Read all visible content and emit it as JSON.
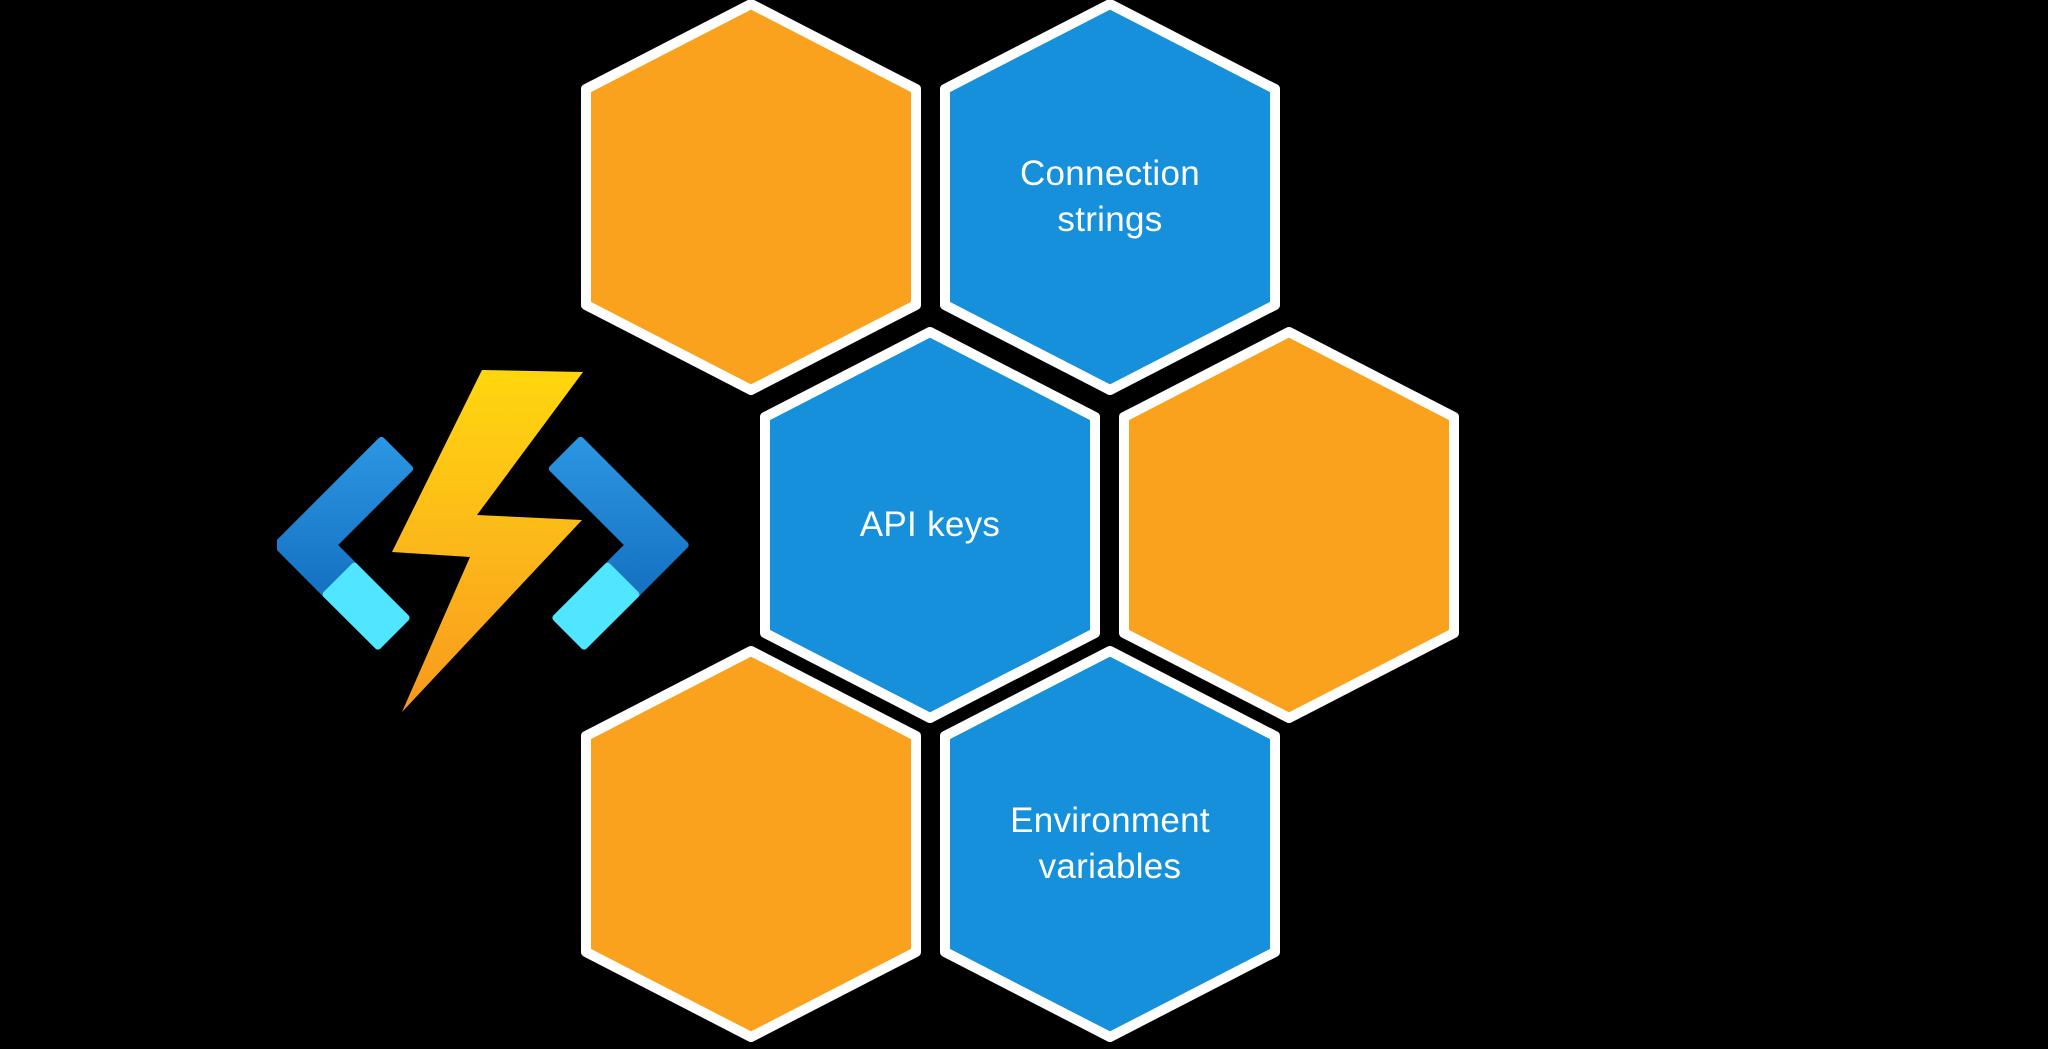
{
  "page": {
    "background": "#000000"
  },
  "logo": {
    "label": "azure-functions-logo",
    "colors": {
      "bolt_top": "#FFD70E",
      "bolt_mid": "#FCB61A",
      "bolt_bottom": "#F8981D",
      "bracket_dark_top": "#2B96E3",
      "bracket_dark_bottom": "#1571C2",
      "bracket_cyan": "#50E6FF"
    }
  },
  "hex_colors": {
    "orange": "#FAA21E",
    "blue": "#1690DB",
    "border": "#FFFFFF",
    "label_text": "#FFFFFF"
  },
  "hexagons": [
    {
      "id": "top-left",
      "color": "orange",
      "label": ""
    },
    {
      "id": "top-right",
      "color": "blue",
      "label": "Connection\nstrings"
    },
    {
      "id": "middle-center",
      "color": "blue",
      "label": "API keys"
    },
    {
      "id": "middle-right",
      "color": "orange",
      "label": ""
    },
    {
      "id": "bottom-left",
      "color": "orange",
      "label": ""
    },
    {
      "id": "bottom-right",
      "color": "blue",
      "label": "Environment\nvariables"
    }
  ]
}
